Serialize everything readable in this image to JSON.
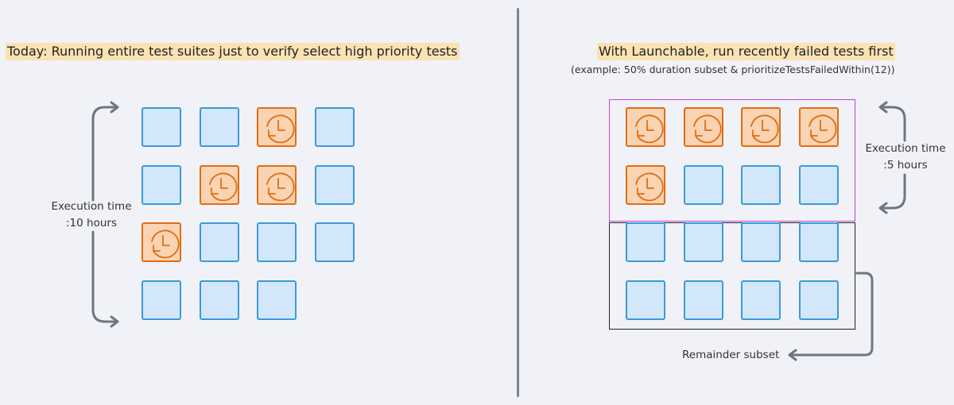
{
  "left": {
    "title": "Today: Running entire test suites just to verify select high priority tests",
    "execution_label_line1": "Execution time",
    "execution_label_line2": ":10 hours",
    "grid": [
      [
        "pass",
        "pass",
        "fail",
        "pass"
      ],
      [
        "pass",
        "fail",
        "fail",
        "pass"
      ],
      [
        "fail",
        "pass",
        "pass",
        "pass"
      ],
      [
        "pass",
        "pass",
        "pass"
      ]
    ]
  },
  "right": {
    "title": "With Launchable, run recently failed tests first",
    "subtitle": "(example: 50% duration subset & prioritizeTestsFailedWithin(12))",
    "execution_label_line1": "Execution time",
    "execution_label_line2": ":5 hours",
    "remainder_label": "Remainder subset",
    "grid": [
      [
        "fail",
        "fail",
        "fail",
        "fail"
      ],
      [
        "fail",
        "pass",
        "pass",
        "pass"
      ],
      [
        "pass",
        "pass",
        "pass",
        "pass"
      ],
      [
        "pass",
        "pass",
        "pass",
        "pass"
      ]
    ]
  },
  "colors": {
    "pass_fill": "#d3e7fb",
    "pass_border": "#3b9ad9",
    "fail_fill": "#fad3b3",
    "fail_border": "#e06e12",
    "title_highlight": "#fbe2b3",
    "subset_box": "#c93fd1",
    "remainder_box": "#222222",
    "arrow": "#6f7682"
  },
  "icons": {
    "failed_test": "clock-refresh-icon"
  }
}
